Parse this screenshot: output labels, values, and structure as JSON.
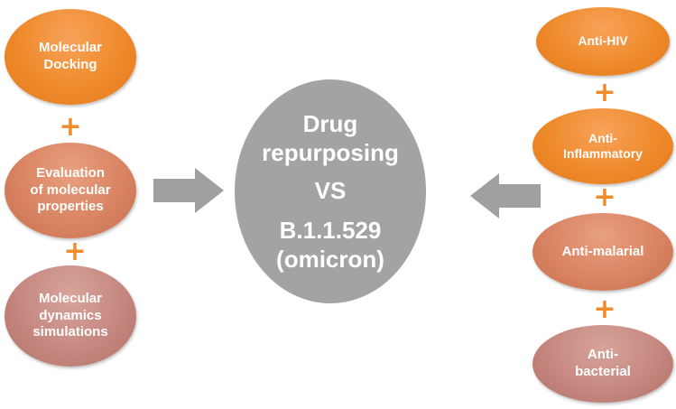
{
  "left_nodes": [
    {
      "label": "Molecular\nDocking"
    },
    {
      "label": "Evaluation\nof molecular\nproperties"
    },
    {
      "label": "Molecular\ndynamics\nsimulations"
    }
  ],
  "center": {
    "title": "Drug\nrepurposing",
    "vs": "VS",
    "target": "B.1.1.529\n(omicron)"
  },
  "right_nodes": [
    {
      "label": "Anti-HIV"
    },
    {
      "label": "Anti-\nInflammatory"
    },
    {
      "label": "Anti-malarial"
    },
    {
      "label": "Anti-\nbacterial"
    }
  ],
  "connector_symbol": "+",
  "colors": {
    "orange": "#ef8a2c",
    "salmon": "#d98463",
    "rose": "#c58880",
    "center_gray": "#a3a3a3",
    "arrow_gray": "#a0a0a0",
    "plus_orange": "#f28c28"
  }
}
